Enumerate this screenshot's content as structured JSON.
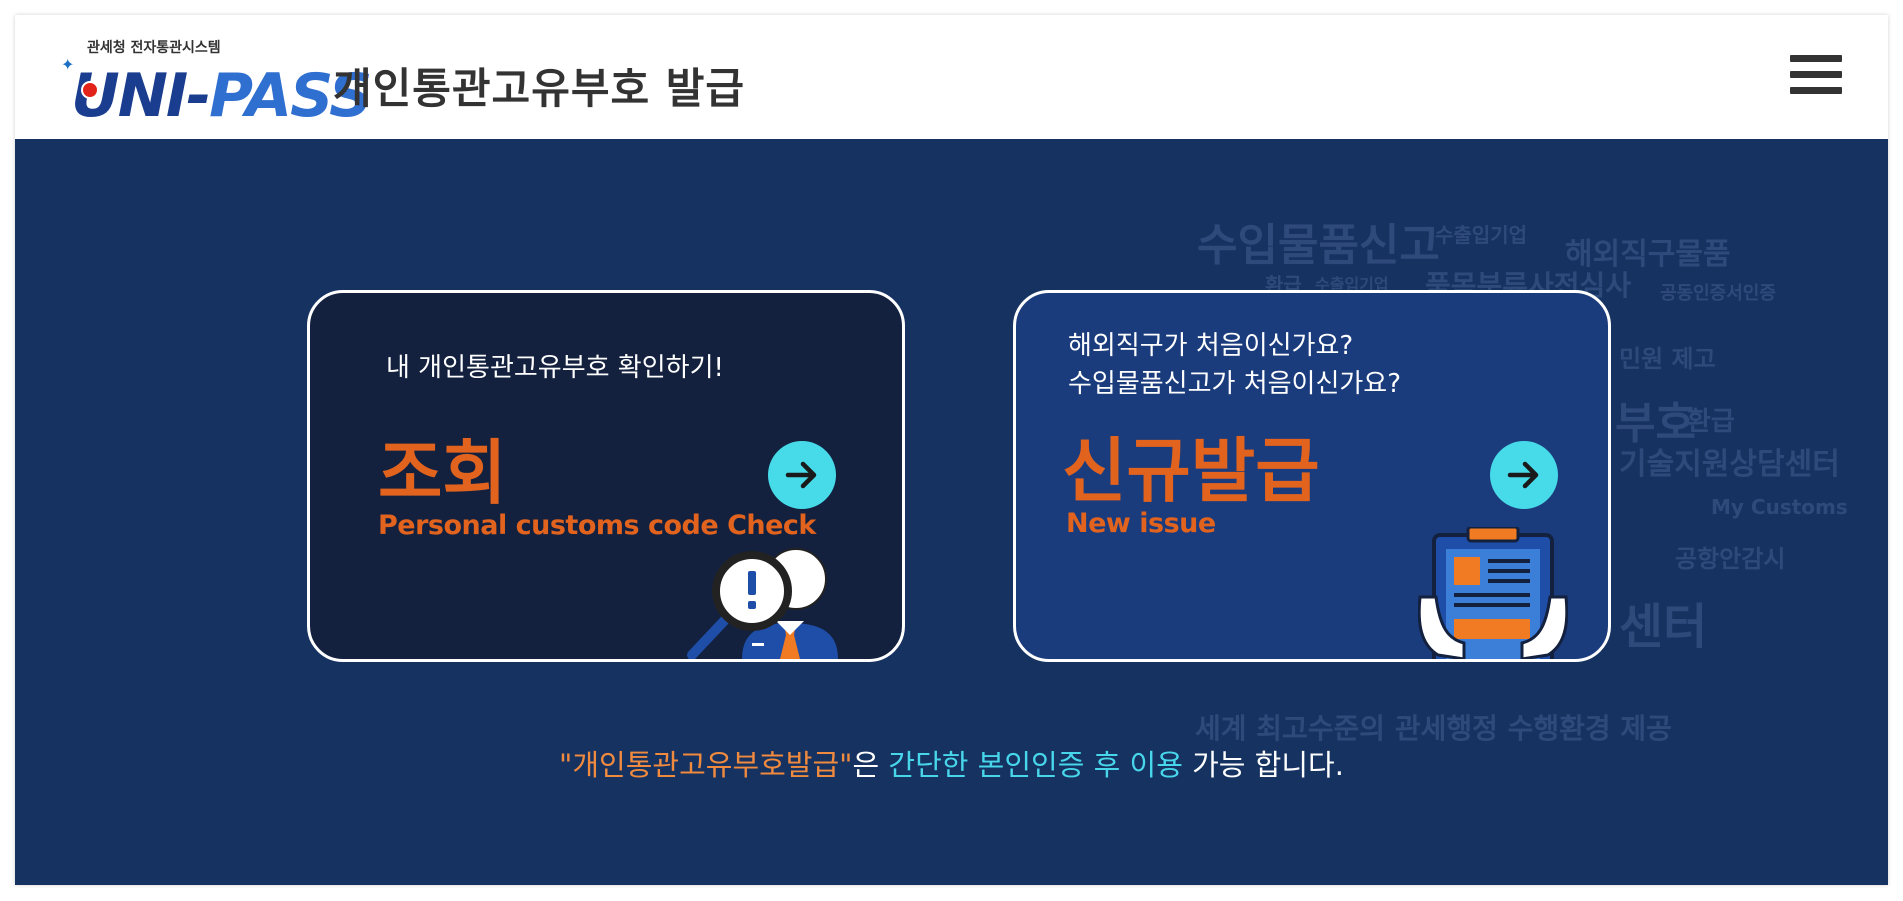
{
  "header": {
    "logo_caption": "관세청 전자통관시스템",
    "logo_text_a": "UNI-",
    "logo_text_b": "PASS",
    "title": "개인통관고유부호 발급",
    "menu_icon": "hamburger-menu-icon"
  },
  "cards": {
    "lookup": {
      "subtitle": "내 개인통관고유부호 확인하기!",
      "title": "조회",
      "title_en": "Personal customs code Check",
      "arrow_icon": "arrow-right-icon",
      "illustration_icon": "magnifier-person-icon"
    },
    "new_issue": {
      "subtitle_line1": "해외직구가 처음이신가요?",
      "subtitle_line2": "수입물품신고가 처음이신가요?",
      "title": "신규발급",
      "title_en": "New issue",
      "arrow_icon": "arrow-right-icon",
      "illustration_icon": "clipboard-hands-icon"
    }
  },
  "notice": {
    "part1": "\"개인통관고유부호발급\"",
    "part2": "은 ",
    "part3": "간단한 본인인증 후 이용",
    "part4": " 가능 합니다."
  },
  "background_words": [
    "수입물품신고",
    "수출입기업",
    "해외직구물품",
    "환급",
    "수출입기업",
    "품목분류사전심사",
    "공동인증서인증",
    "민원 제고",
    "부호",
    "환급",
    "기술지원상담센터",
    "My Customs",
    "공항안감시",
    "센터",
    "세계 최고수준의 관세행정 수행환경 제공"
  ],
  "colors": {
    "main_bg": "#163261",
    "card_lookup_bg": "#13213f",
    "card_new_bg": "#1b3c7c",
    "accent_orange": "#e2631e",
    "accent_cyan": "#47dbea"
  }
}
